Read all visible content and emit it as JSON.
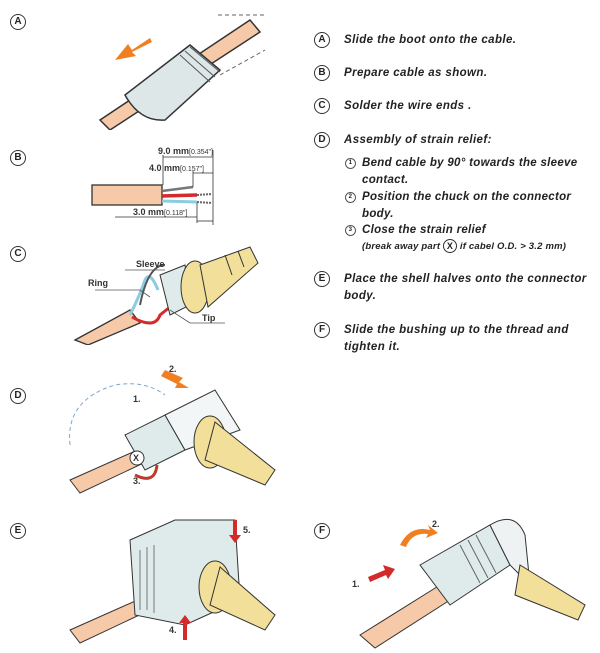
{
  "colors": {
    "cable": "#f6caa8",
    "arrow": "#f07f22",
    "gold": "#f2df9a",
    "shell": "#dfeaea",
    "red": "#d42a2a",
    "blue": "#8ccbe0"
  },
  "figures": {
    "A": {
      "letter": "A"
    },
    "B": {
      "letter": "B",
      "dim_total": "9.0 mm",
      "dim_total_in": "[0.354\"]",
      "dim_strip": "4.0 mm",
      "dim_strip_in": "[0.157\"]",
      "dim_tin": "3.0 mm",
      "dim_tin_in": "[0.118\"]"
    },
    "C": {
      "letter": "C",
      "sleeve": "Sleeve",
      "ring": "Ring",
      "tip": "Tip"
    },
    "D": {
      "letter": "D",
      "step1": "1.",
      "step2": "2.",
      "step3": "3.",
      "part": "X"
    },
    "E": {
      "letter": "E",
      "step4": "4.",
      "step5": "5."
    },
    "F": {
      "letter": "F",
      "step1": "1.",
      "step2": "2."
    }
  },
  "instructions": {
    "A": {
      "letter": "A",
      "text": "Slide the boot onto the cable."
    },
    "B": {
      "letter": "B",
      "text": "Prepare cable as shown."
    },
    "C": {
      "letter": "C",
      "text": "Solder the wire ends ."
    },
    "D": {
      "letter": "D",
      "text": "Assembly of strain relief:",
      "substeps": [
        {
          "num": "1",
          "text": "Bend cable by 90° towards the sleeve contact."
        },
        {
          "num": "2",
          "text": "Position the chuck on the connector body."
        },
        {
          "num": "3",
          "text": "Close the strain relief",
          "note_before": "(break away part",
          "note_part": "X",
          "note_after": "if cabel O.D. > 3.2 mm)"
        }
      ]
    },
    "E": {
      "letter": "E",
      "text": "Place the shell halves onto the connector body."
    },
    "F": {
      "letter": "F",
      "text": "Slide the bushing up to the thread and tighten it."
    }
  }
}
